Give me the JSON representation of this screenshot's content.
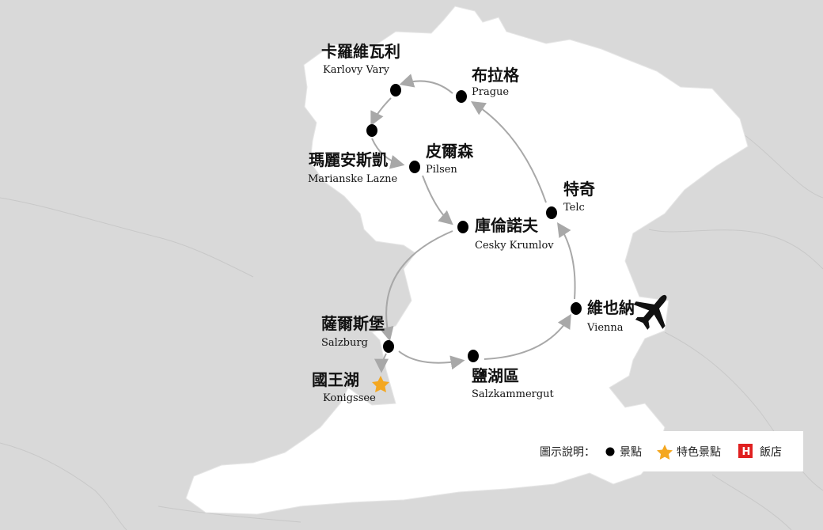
{
  "places": [
    {
      "id": "karlovy-vary",
      "zh": "卡羅維瓦利",
      "en": "Karlovy Vary",
      "type": "attraction"
    },
    {
      "id": "prague",
      "zh": "布拉格",
      "en": "Prague",
      "type": "attraction"
    },
    {
      "id": "marianske-lazne",
      "zh": "瑪麗安斯凱",
      "en": "Marianske Lazne",
      "type": "attraction"
    },
    {
      "id": "pilsen",
      "zh": "皮爾森",
      "en": "Pilsen",
      "type": "attraction"
    },
    {
      "id": "telc",
      "zh": "特奇",
      "en": "Telc",
      "type": "attraction"
    },
    {
      "id": "cesky-krumlov",
      "zh": "庫倫諾夫",
      "en": "Cesky Krumlov",
      "type": "attraction"
    },
    {
      "id": "vienna",
      "zh": "維也納",
      "en": "Vienna",
      "type": "attraction"
    },
    {
      "id": "salzburg",
      "zh": "薩爾斯堡",
      "en": "Salzburg",
      "type": "attraction"
    },
    {
      "id": "konigssee",
      "zh": "國王湖",
      "en": "Konigssee",
      "type": "featured"
    },
    {
      "id": "salzkammergut",
      "zh": "鹽湖區",
      "en": "Salzkammergut",
      "type": "attraction"
    }
  ],
  "route": [
    "vienna",
    "telc",
    "prague",
    "karlovy-vary",
    "marianske-lazne",
    "pilsen",
    "cesky-krumlov",
    "salzburg",
    "konigssee",
    "salzburg",
    "salzkammergut",
    "vienna"
  ],
  "icons": {
    "airport": "airplane-icon",
    "attraction": "black-dot",
    "featured": "orange-star",
    "hotel": "red-h-square"
  },
  "colors": {
    "background": "#d9d9d9",
    "land": "#ffffff",
    "route": "#a8a8a8",
    "dot": "#000000",
    "star": "#f4a720",
    "hotel": "#e02020"
  },
  "legend": {
    "title": "圖示說明：",
    "items": [
      {
        "icon": "black-dot",
        "label": "景點"
      },
      {
        "icon": "orange-star",
        "label": "特色景點"
      },
      {
        "icon": "red-h-square",
        "label": "飯店",
        "letter": "H"
      }
    ]
  }
}
